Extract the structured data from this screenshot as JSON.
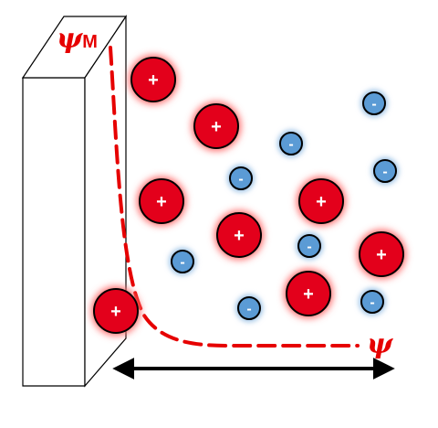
{
  "labels": {
    "surface_potential": "ψ",
    "surface_potential_subscript": "M",
    "bulk_potential": "ψ"
  },
  "ions": {
    "cation_sign": "+",
    "anion_sign": "-"
  },
  "colors": {
    "cation_fill": "#e3001b",
    "cation_glow": "#ff6b6b",
    "anion_fill": "#5b9bd5",
    "anion_glow": "#9dc3e6",
    "potential_curve": "#e60000",
    "label": "#e60000",
    "outline": "#000000",
    "wall_fill": "#ffffff"
  },
  "icons": {
    "distance_axis": "double-headed-arrow"
  }
}
